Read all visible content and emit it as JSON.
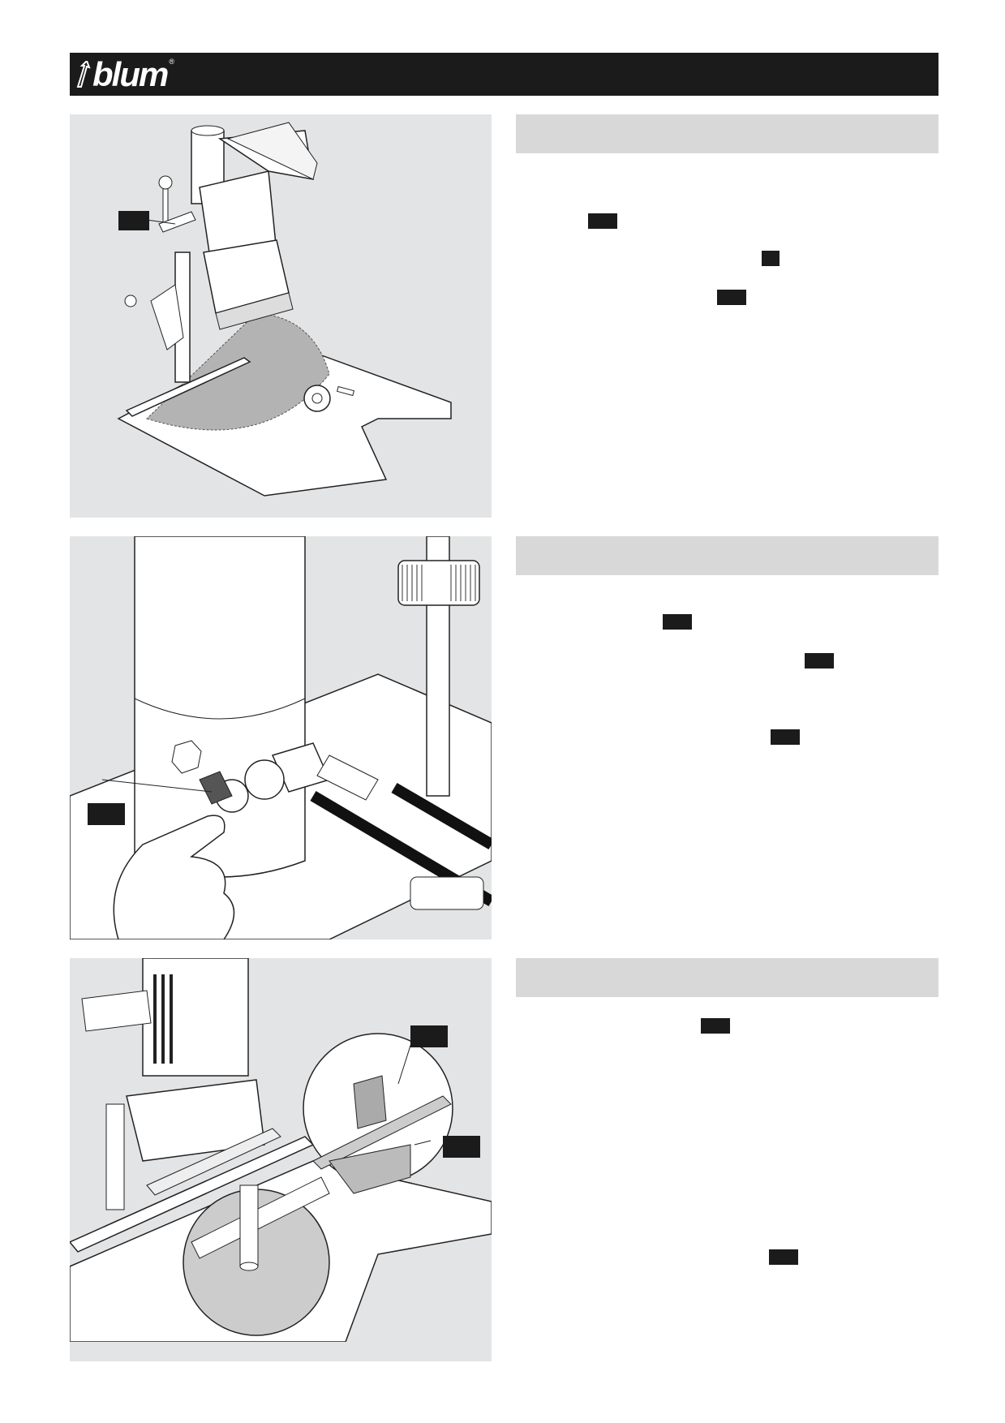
{
  "header": {
    "brand": "blum",
    "registered_mark": "®",
    "brand_color": "#1b1b1b"
  },
  "figures": [
    {
      "name": "machine-overview-illustration",
      "label_box": true
    },
    {
      "name": "air-connection-illustration",
      "label_box": true
    },
    {
      "name": "stop-adjustment-illustration",
      "label_box": true
    }
  ],
  "sections": [
    {
      "title": "",
      "markers": 3
    },
    {
      "title": "",
      "markers": 3
    },
    {
      "title": "",
      "markers": 2
    }
  ],
  "colors": {
    "panel_bg": "#e3e4e5",
    "section_bar": "#d8d8d8",
    "ink": "#1b1b1b"
  }
}
